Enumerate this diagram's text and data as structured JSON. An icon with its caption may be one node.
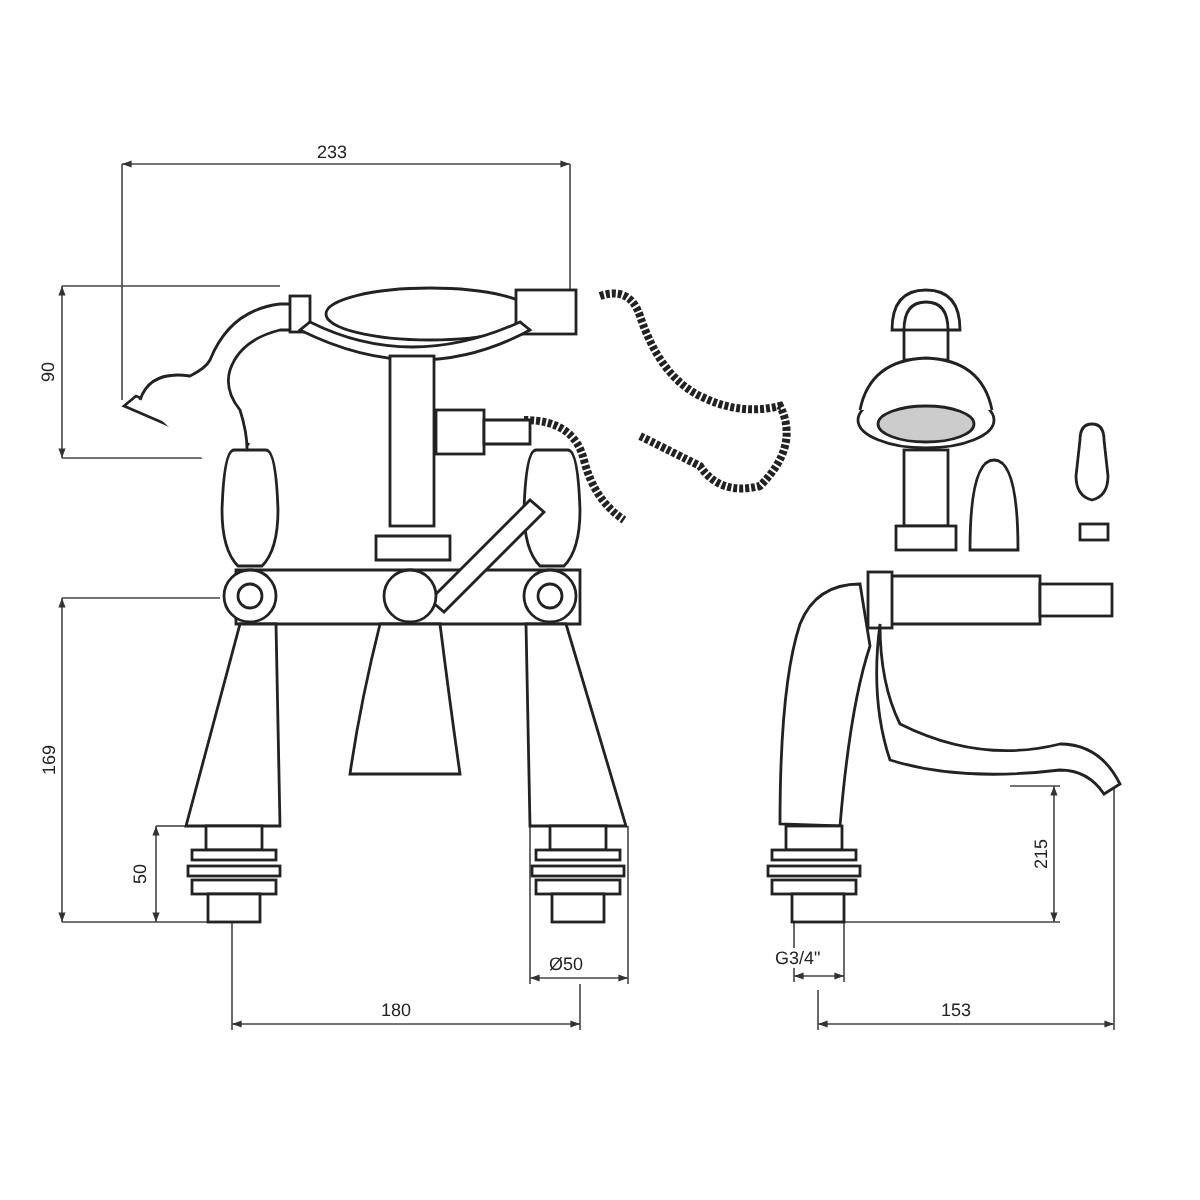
{
  "diagram": {
    "labels": [
      "233",
      "90",
      "169",
      "50",
      "Ø50",
      "180",
      "215",
      "G3/4\"",
      "153"
    ]
  }
}
